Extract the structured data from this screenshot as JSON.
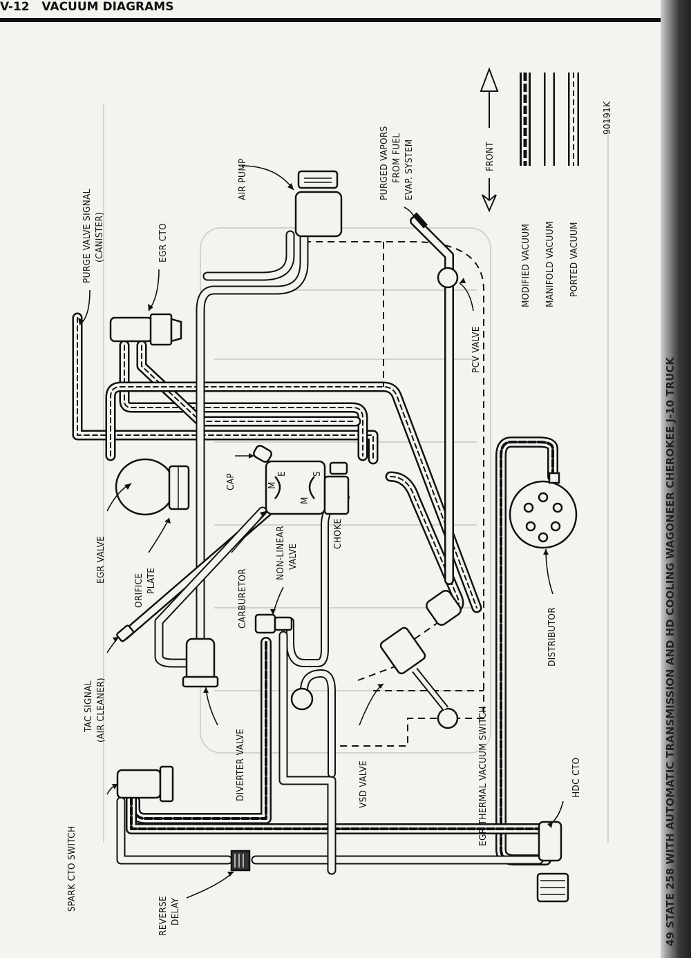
{
  "header": {
    "page_number": "V-12",
    "title": "VACUUM DIAGRAMS"
  },
  "side_caption": "49 STATE 258 WITH AUTOMATIC TRANSMISSION AND HD COOLING     WAGONEER CHEROKEE J-10 TRUCK",
  "figure_number": "90191K",
  "legend": {
    "front": "FRONT",
    "modified": "MODIFIED VACUUM",
    "manifold": "MANIFOLD VACUUM",
    "ported": "PORTED VACUUM"
  },
  "labels": {
    "purge_valve_signal_1": "PURGE VALVE SIGNAL",
    "purge_valve_signal_2": "(CANISTER)",
    "egr_cto": "EGR CTO",
    "air_pump": "AIR PUMP",
    "purged_vapors_1": "PURGED VAPORS",
    "purged_vapors_2": "FROM FUEL",
    "purged_vapors_3": "EVAP. SYSTEM",
    "pcv_valve": "PCV VALVE",
    "egr_valve": "EGR VALVE",
    "orifice_plate_1": "ORIFICE",
    "orifice_plate_2": "PLATE",
    "cap": "CAP",
    "choke": "CHOKE",
    "carburetor": "CARBURETOR",
    "non_linear_1": "NON-LINEAR",
    "non_linear_2": "VALVE",
    "tac_signal_1": "TAC SIGNAL",
    "tac_signal_2": "(AIR CLEANER)",
    "diverter_valve": "DIVERTER VALVE",
    "distributor": "DISTRIBUTOR",
    "spark_cto": "SPARK CTO SWITCH",
    "reverse_delay_1": "REVERSE",
    "reverse_delay_2": "DELAY",
    "vsd_valve": "VSD VALVE",
    "egr_thermal": "EGR THERMAL VACUUM SWITCH",
    "hdc_cto": "HDC CTO",
    "carb_m1": "M",
    "carb_e": "E",
    "carb_m2": "M",
    "carb_s": "S"
  }
}
